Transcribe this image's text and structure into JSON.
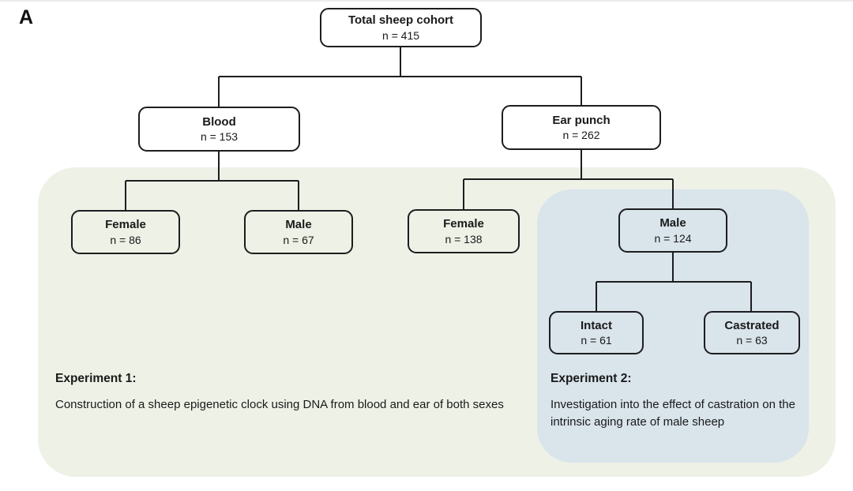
{
  "panel_label": "A",
  "colors": {
    "canvas_bg": "#ffffff",
    "exp1_bg": "#edf1e6",
    "exp2_bg": "#d9e4eb",
    "line": "#1d1d1f",
    "node_border": "#1d1d1f",
    "text": "#1a1a1a"
  },
  "nodes": {
    "total": {
      "label": "Total sheep cohort",
      "count": "n = 415"
    },
    "blood": {
      "label": "Blood",
      "count": "n = 153"
    },
    "ear_punch": {
      "label": "Ear punch",
      "count": "n = 262"
    },
    "blood_female": {
      "label": "Female",
      "count": "n = 86"
    },
    "blood_male": {
      "label": "Male",
      "count": "n = 67"
    },
    "ear_female": {
      "label": "Female",
      "count": "n = 138"
    },
    "ear_male": {
      "label": "Male",
      "count": "n = 124"
    },
    "intact": {
      "label": "Intact",
      "count": "n = 61"
    },
    "castrated": {
      "label": "Castrated",
      "count": "n = 63"
    }
  },
  "experiments": {
    "experiment1": {
      "title": "Experiment 1:",
      "description": "Construction of a sheep epigenetic clock using DNA from blood and ear of both sexes"
    },
    "experiment2": {
      "title": "Experiment 2:",
      "description": "Investigation into the effect of castration on the intrinsic aging rate of male sheep"
    }
  }
}
